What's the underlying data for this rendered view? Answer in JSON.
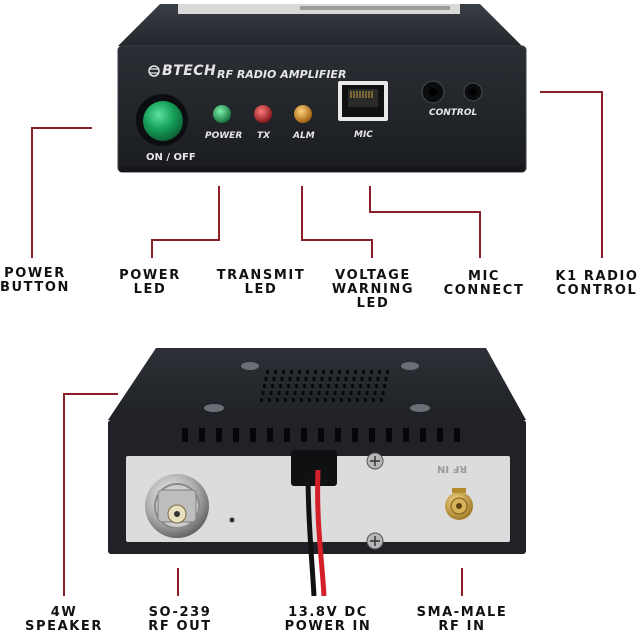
{
  "front_panel": {
    "brand": "BTECH",
    "product": "RF RADIO AMPLIFIER",
    "power_label": "ON / OFF",
    "leds": [
      {
        "label": "POWER",
        "color": "#1f9d52"
      },
      {
        "label": "TX",
        "color": "#c8202a"
      },
      {
        "label": "ALM",
        "color": "#e08a1a"
      }
    ],
    "mic_label": "MIC",
    "control_label": "CONTROL",
    "power_button_color": "#17a35a"
  },
  "rear_panel": {
    "rf_in_label": "RF IN"
  },
  "callouts_top": [
    {
      "lines": [
        "POWER",
        "BUTTON"
      ]
    },
    {
      "lines": [
        "POWER",
        "LED"
      ]
    },
    {
      "lines": [
        "TRANSMIT",
        "LED"
      ]
    },
    {
      "lines": [
        "VOLTAGE",
        "WARNING",
        "LED"
      ]
    },
    {
      "lines": [
        "MIC",
        "CONNECT"
      ]
    },
    {
      "lines": [
        "K1 RADIO",
        "CONTROL"
      ]
    }
  ],
  "callouts_bottom": [
    {
      "lines": [
        "4W",
        "SPEAKER"
      ]
    },
    {
      "lines": [
        "SO-239",
        "RF OUT"
      ]
    },
    {
      "lines": [
        "13.8V DC",
        "POWER IN"
      ]
    },
    {
      "lines": [
        "SMA-MALE",
        "RF IN"
      ]
    }
  ],
  "colors": {
    "leader_line": "#8b1e26",
    "device_body": "#2a2d33",
    "device_face": "#1d2025",
    "rear_plate": "#dcdcdc"
  }
}
